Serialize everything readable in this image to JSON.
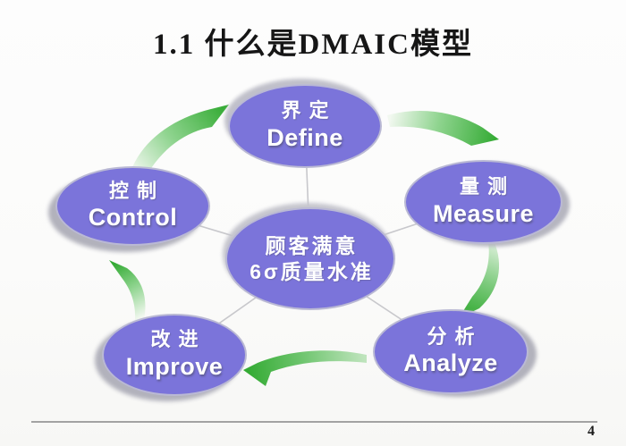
{
  "slide": {
    "title": "1.1 什么是DMAIC模型",
    "page_number": "4"
  },
  "diagram": {
    "type": "cycle",
    "center": {
      "line1": "顾客满意",
      "line2": "6σ质量水准"
    },
    "nodes": [
      {
        "id": "define",
        "zh": "界定",
        "en": "Define",
        "position": "top"
      },
      {
        "id": "measure",
        "zh": "量测",
        "en": "Measure",
        "position": "right"
      },
      {
        "id": "analyze",
        "zh": "分析",
        "en": "Analyze",
        "position": "bottom-right"
      },
      {
        "id": "improve",
        "zh": "改进",
        "en": "Improve",
        "position": "bottom-left"
      },
      {
        "id": "control",
        "zh": "控制",
        "en": "Control",
        "position": "left"
      }
    ],
    "flow_order": [
      "Define",
      "Measure",
      "Analyze",
      "Improve",
      "Control"
    ],
    "colors": {
      "ellipse_fill": "#7b74da",
      "ellipse_text": "#ffffff",
      "arrow_green": "#35ab35",
      "arrow_light": "#f2f8f0",
      "shadow_gray": "#b4b4be",
      "connector_line": "#c8c8cc",
      "title_text": "#161616",
      "footer_line": "#a3a3a3"
    }
  }
}
